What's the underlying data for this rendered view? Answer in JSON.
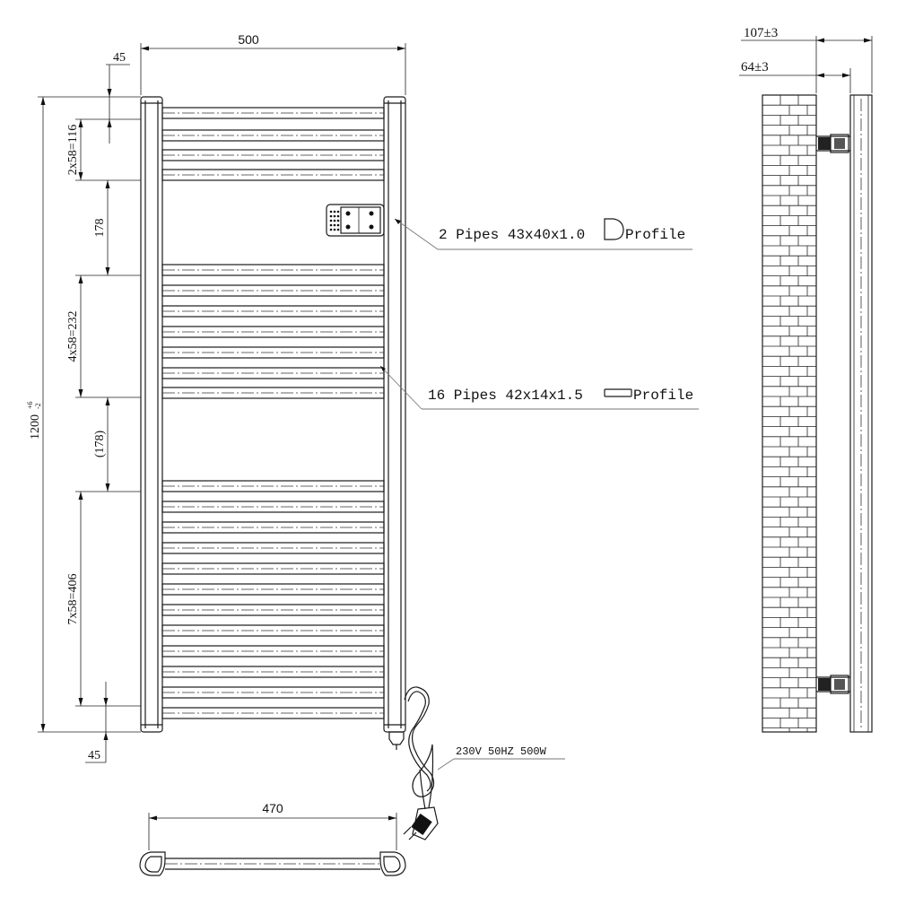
{
  "dimensions": {
    "width_top": "500",
    "width_bottom": "470",
    "offset_top": "45",
    "offset_bottom": "45",
    "spacing_top": "2x58=116",
    "gap_1": "178",
    "spacing_middle": "4x58=232",
    "gap_2": "(178)",
    "spacing_bottom": "7x58=406",
    "height_total": "1200",
    "height_tol_plus": "+6",
    "height_tol_minus": "-2",
    "depth_outer": "107±3",
    "depth_inner": "64±3"
  },
  "callouts": {
    "vertical_pipes_label": "2 Pipes 43x40x1.0",
    "vertical_pipes_profile": "Profile",
    "horizontal_pipes_label": "16 Pipes 42x14x1.5",
    "horizontal_pipes_profile": "Profile",
    "power_label": "230V 50HZ 500W"
  }
}
